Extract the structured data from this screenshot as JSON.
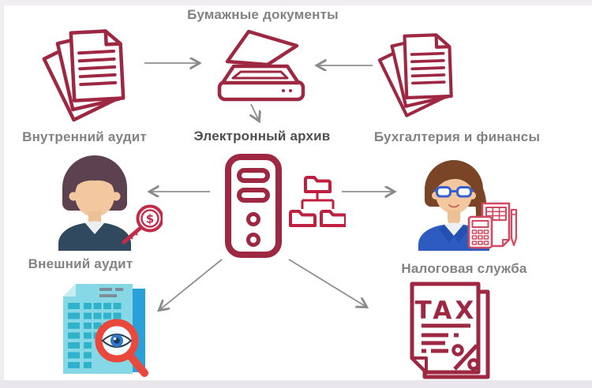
{
  "diagram": {
    "labels": {
      "paper_documents": "Бумажные документы",
      "internal_audit": "Внутренний аудит",
      "electronic_archive": "Электронный архив",
      "accounting_finance": "Бухгалтерия и финансы",
      "external_audit": "Внешний аудит",
      "tax_service": "Налоговая служба"
    },
    "tax_document_text": {
      "title": "TAX",
      "percent": "%"
    },
    "magnifier_symbol": "$",
    "icons": [
      {
        "name": "paper-stack-left-icon",
        "depicts": "stack of paper documents"
      },
      {
        "name": "scanner-icon",
        "depicts": "flatbed scanner with open lid"
      },
      {
        "name": "paper-stack-right-icon",
        "depicts": "stack of paper documents"
      },
      {
        "name": "internal-auditor-avatar",
        "depicts": "woman auditor with dollar magnifier"
      },
      {
        "name": "server-icon",
        "depicts": "electronic archive server tower"
      },
      {
        "name": "folder-tree-icon",
        "depicts": "folder hierarchy"
      },
      {
        "name": "accountant-avatar",
        "depicts": "woman accountant with glasses"
      },
      {
        "name": "calculator-doc-icon",
        "depicts": "calculator with document and pencil"
      },
      {
        "name": "audit-report-icon",
        "depicts": "spreadsheet document with eye magnifier"
      },
      {
        "name": "tax-document-icon",
        "depicts": "tax document with percent sign"
      },
      {
        "name": "dollar-magnifier-icon",
        "depicts": "magnifying glass over dollar coin"
      }
    ],
    "connections": [
      {
        "from": "paper-stack-left",
        "to": "scanner"
      },
      {
        "from": "paper-stack-right",
        "to": "scanner"
      },
      {
        "from": "scanner",
        "to": "electronic-archive"
      },
      {
        "from": "electronic-archive",
        "to": "internal-audit"
      },
      {
        "from": "electronic-archive",
        "to": "accounting-finance"
      },
      {
        "from": "electronic-archive",
        "to": "external-audit"
      },
      {
        "from": "electronic-archive",
        "to": "tax-service"
      }
    ],
    "colors": {
      "maroon": "#9e2742",
      "crimson": "#c0203f",
      "pink_red": "#d24a62",
      "arrow_gray": "#8a8a8a",
      "label_gray": "#828282",
      "label_dark": "#4f4f4f",
      "teal_sheet": "#86d8e6",
      "teal_cells": "#2fb2ca",
      "blue_sheet": "#2ba0d8",
      "magnifier_red": "#e8493c",
      "eye_blue": "#2f76c9",
      "hair_dark": "#5c4150",
      "hair_brown": "#7a4527",
      "skin": "#f4c89f",
      "jacket_navy": "#31495e",
      "jacket_blue": "#2e5bc0",
      "glasses_blue": "#3a5fd0"
    }
  }
}
